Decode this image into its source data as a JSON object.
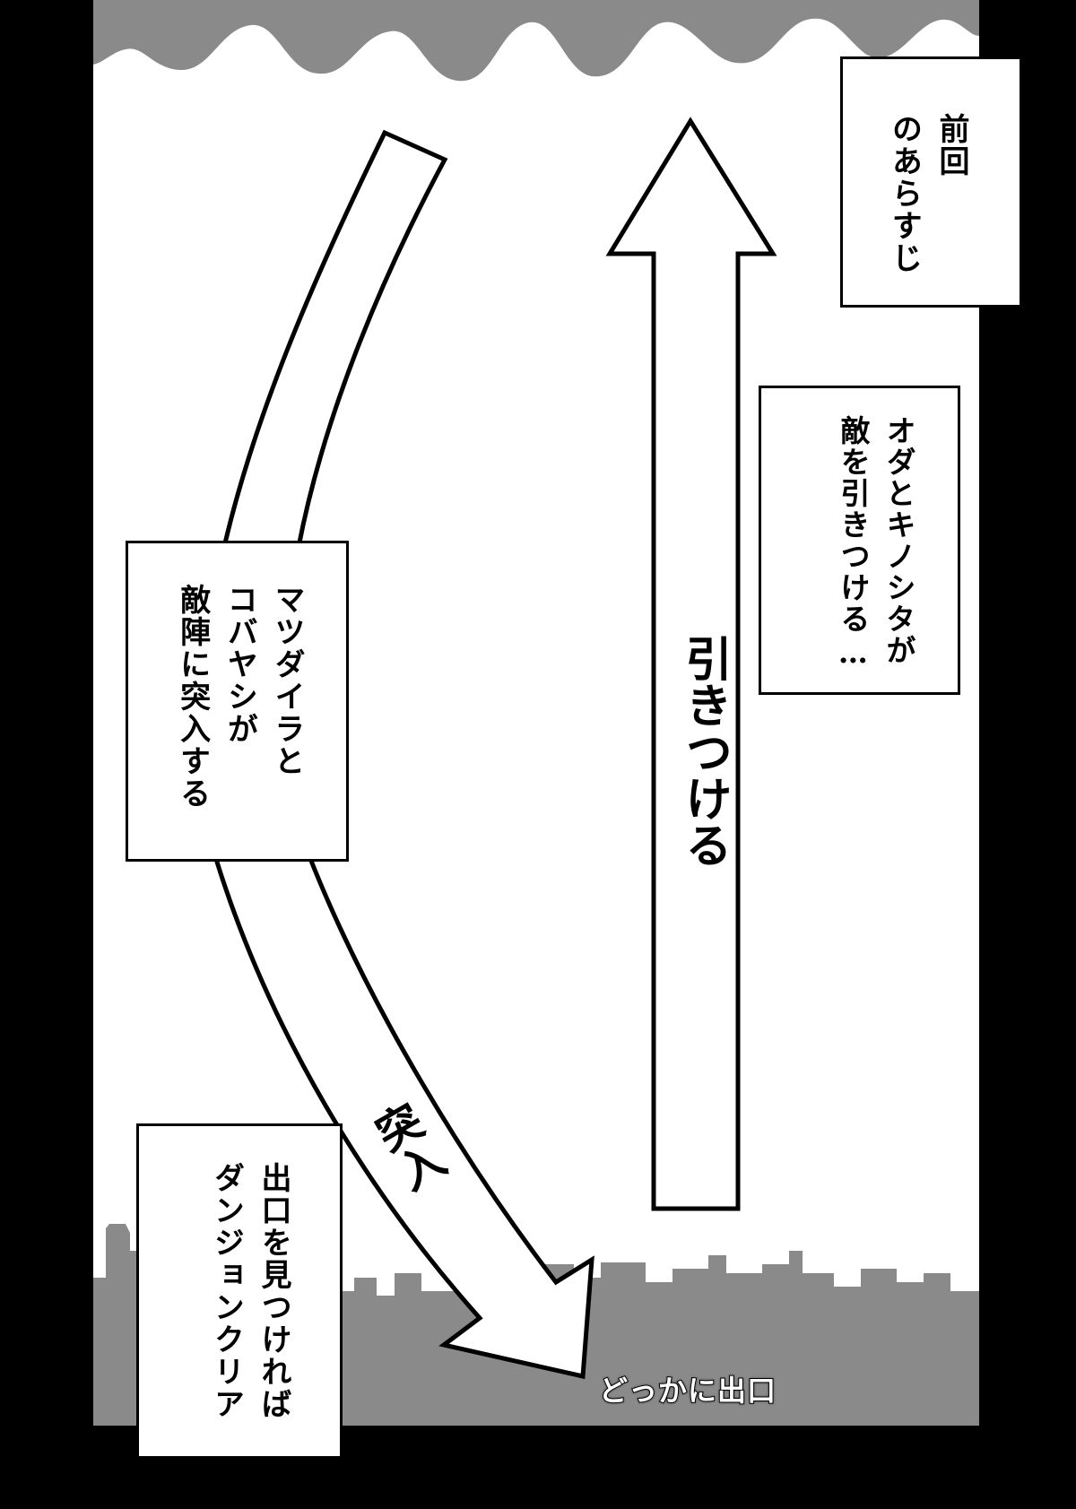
{
  "captions": {
    "summary": "前回\nのあらすじ",
    "oda_kinoshita": "オダとキノシタが\n敵を引きつける…",
    "matsudaira_kobayashi": "マツダイラと\nコバヤシが\n敵陣に突入する",
    "exit_clear": "出口を見つければ\nダンジョンクリア"
  },
  "labels": {
    "hikitsukeru": "引きつける",
    "totsunyu": "突入",
    "exit_somewhere": "どっかに出口"
  },
  "colors": {
    "background": "#000000",
    "panel": "#ffffff",
    "ground": "#8a8a8a"
  }
}
